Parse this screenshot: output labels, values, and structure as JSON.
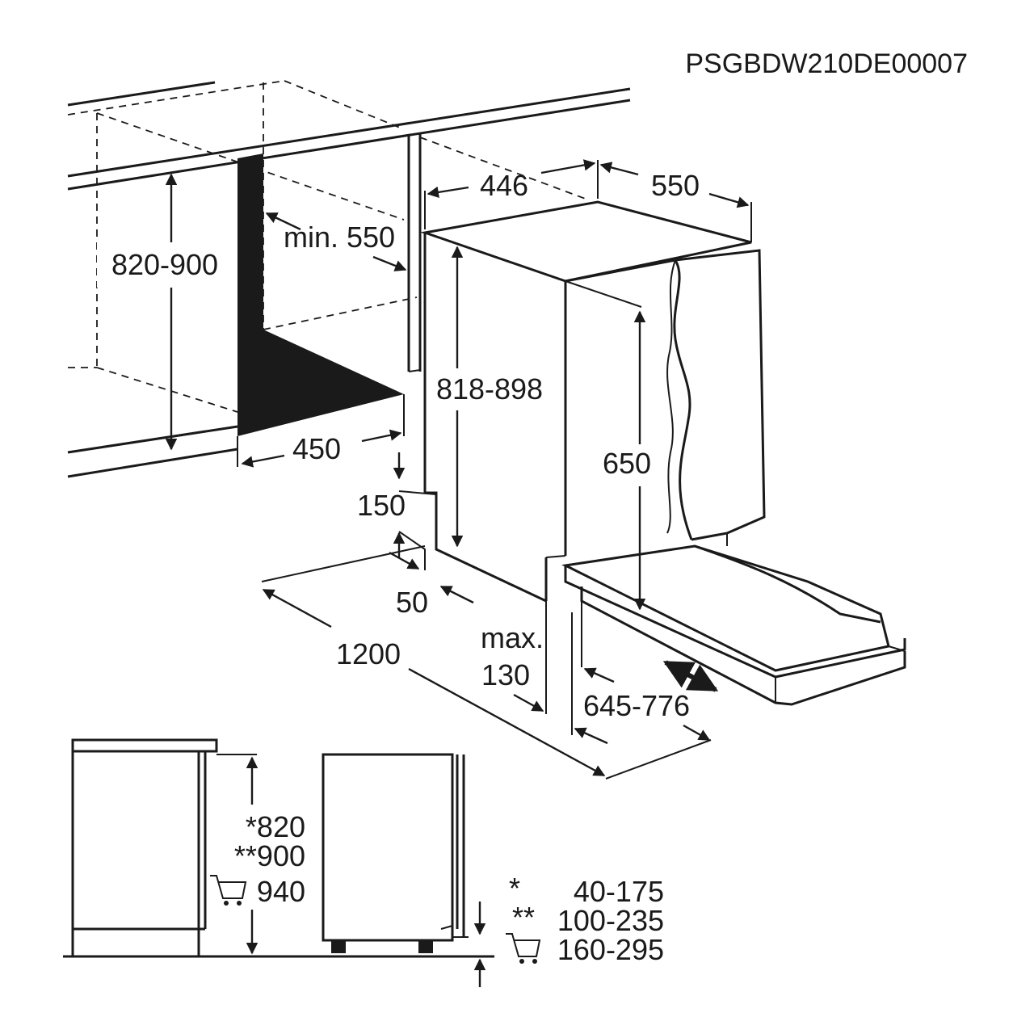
{
  "model_code": "PSGBDW210DE00007",
  "dimensions": {
    "niche_height": "820-900",
    "niche_depth_min": "min. 550",
    "niche_width": "450",
    "appliance_width": "446",
    "appliance_depth": "550",
    "appliance_height": "818-898",
    "door_height": "650",
    "plinth_height": "150",
    "plinth_depth": "50",
    "total_door_swing": "1200",
    "door_max_label": "max.",
    "door_max_value": "130",
    "door_travel": "645-776"
  },
  "side_views": {
    "height_star": "*820",
    "height_double_star": "**900",
    "height_cart": "940",
    "legend": [
      {
        "symbol": "*",
        "value": "40-175"
      },
      {
        "symbol": "**",
        "value": "100-235"
      },
      {
        "symbol": "cart-icon",
        "value": "160-295"
      }
    ]
  },
  "colors": {
    "ink": "#1a1a1a",
    "background": "#ffffff"
  }
}
